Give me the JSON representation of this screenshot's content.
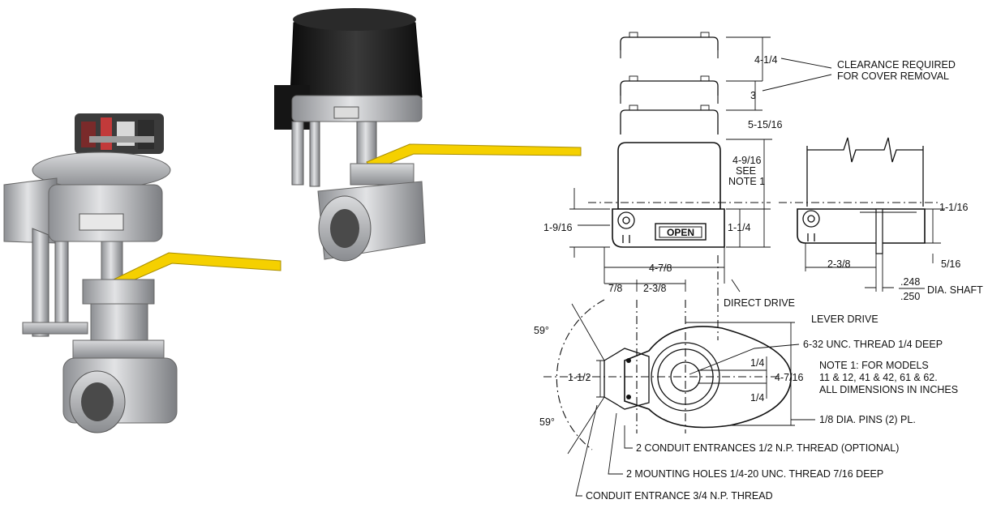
{
  "photos": {
    "left_valve": {
      "name": "Ball valve with open actuator (left photo)",
      "handle_color": "#f5d000"
    },
    "right_valve": {
      "name": "Ball valve with black cover actuator (right photo)",
      "handle_color": "#f5d000",
      "cover_color": "#1a1a1a"
    }
  },
  "diagram": {
    "open_label": "OPEN",
    "direct_drive": "DIRECT DRIVE",
    "lever_drive": "LEVER DRIVE",
    "clearance_line1": "CLEARANCE REQUIRED",
    "clearance_line2": "FOR COVER REMOVAL",
    "dims": {
      "d_4_1_4": "4-1/4",
      "d_3": "3",
      "d_5_15_16": "5-15/16",
      "d_4_9_16": "4-9/16",
      "see": "SEE",
      "note1": "NOTE 1",
      "d_1_9_16": "1-9/16",
      "d_1_1_4": "1-1/4",
      "d_4_7_8": "4-7/8",
      "d_7_8": "7/8",
      "d_2_3_8": "2-3/8",
      "d_59_top": "59°",
      "d_59_bot": "59°",
      "d_1_1_2": "1-1/2",
      "d_1_4_a": "1/4",
      "d_1_4_b": "1/4",
      "d_4_7_16": "4-7/16",
      "d_1_1_16": "1-1/16",
      "d_2_3_8_b": "2-3/8",
      "d_5_16": "5/16",
      "shaft_num": ".248",
      "shaft_den": ".250",
      "shaft_label": "DIA. SHAFT"
    },
    "callouts": {
      "thread": "6-32 UNC. THREAD 1/4 DEEP",
      "pins": "1/8 DIA. PINS (2) PL.",
      "conduit_opt": "2 CONDUIT ENTRANCES 1/2 N.P. THREAD (OPTIONAL)",
      "mounting": "2 MOUNTING HOLES 1/4-20 UNC. THREAD 7/16 DEEP",
      "conduit_main": "CONDUIT ENTRANCE 3/4 N.P. THREAD"
    },
    "note": {
      "line1": "NOTE 1: FOR MODELS",
      "line2": "11 & 12, 41 & 42, 61 & 62.",
      "line3": "ALL DIMENSIONS IN INCHES"
    }
  }
}
